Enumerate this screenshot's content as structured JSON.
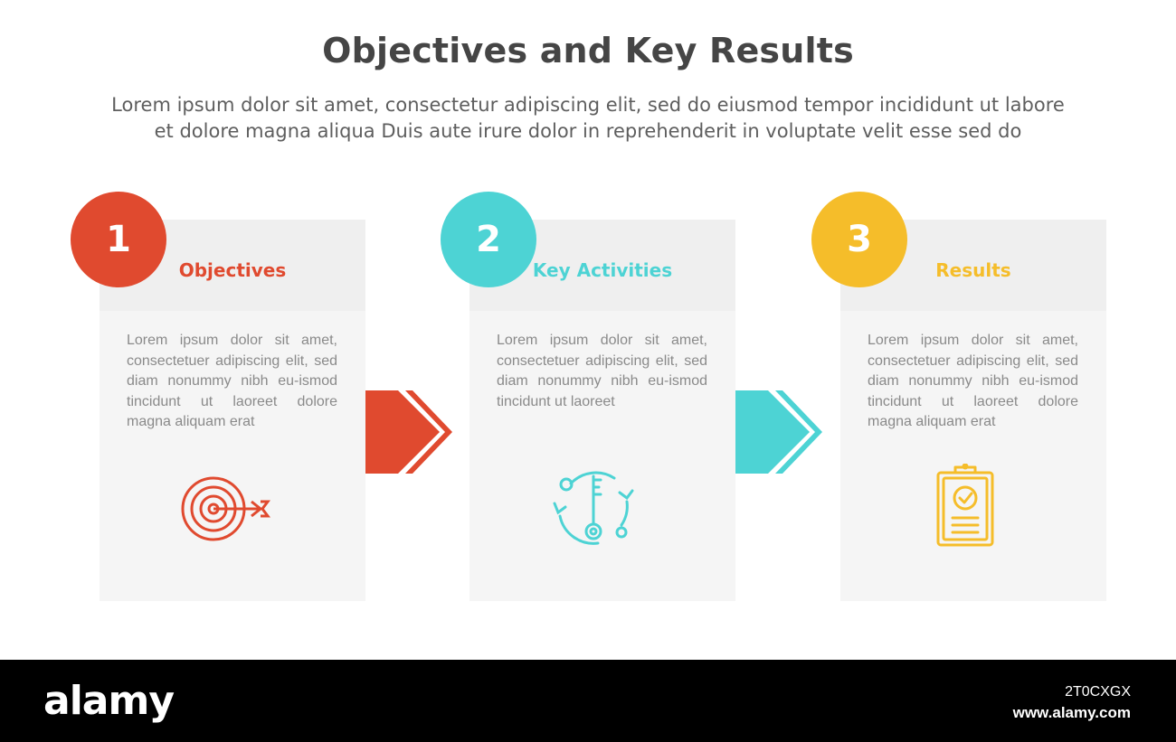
{
  "header": {
    "title": "Objectives and Key Results",
    "subtitle_line1": "Lorem ipsum dolor sit amet, consectetur adipiscing elit, sed do eiusmod tempor incididunt ut labore",
    "subtitle_line2": "et dolore magna aliqua Duis aute irure dolor in reprehenderit in voluptate velit esse sed do"
  },
  "steps": [
    {
      "number": "1",
      "title": "Objectives",
      "color": "#e04a2f",
      "icon": "target-arrow-icon",
      "body": "Lorem ipsum dolor sit amet, consectetuer adipiscing elit, sed diam nonummy nibh eu-ismod tincidunt ut laoreet dolore magna aliquam erat"
    },
    {
      "number": "2",
      "title": "Key Activities",
      "color": "#4dd3d4",
      "icon": "key-cycle-icon",
      "body": "Lorem ipsum dolor sit amet, consectetuer adipiscing elit, sed diam nonummy nibh eu-ismod tincidunt ut laoreet"
    },
    {
      "number": "3",
      "title": "Results",
      "color": "#f5bd2a",
      "icon": "clipboard-check-icon",
      "body": "Lorem ipsum dolor sit amet, consectetuer adipiscing elit, sed diam nonummy nibh eu-ismod tincidunt ut laoreet dolore magna aliquam erat"
    }
  ],
  "arrows": [
    {
      "color": "#e04a2f"
    },
    {
      "color": "#4dd3d4"
    }
  ],
  "footer": {
    "logo": "alamy",
    "image_id": "2T0CXGX",
    "url": "www.alamy.com"
  }
}
